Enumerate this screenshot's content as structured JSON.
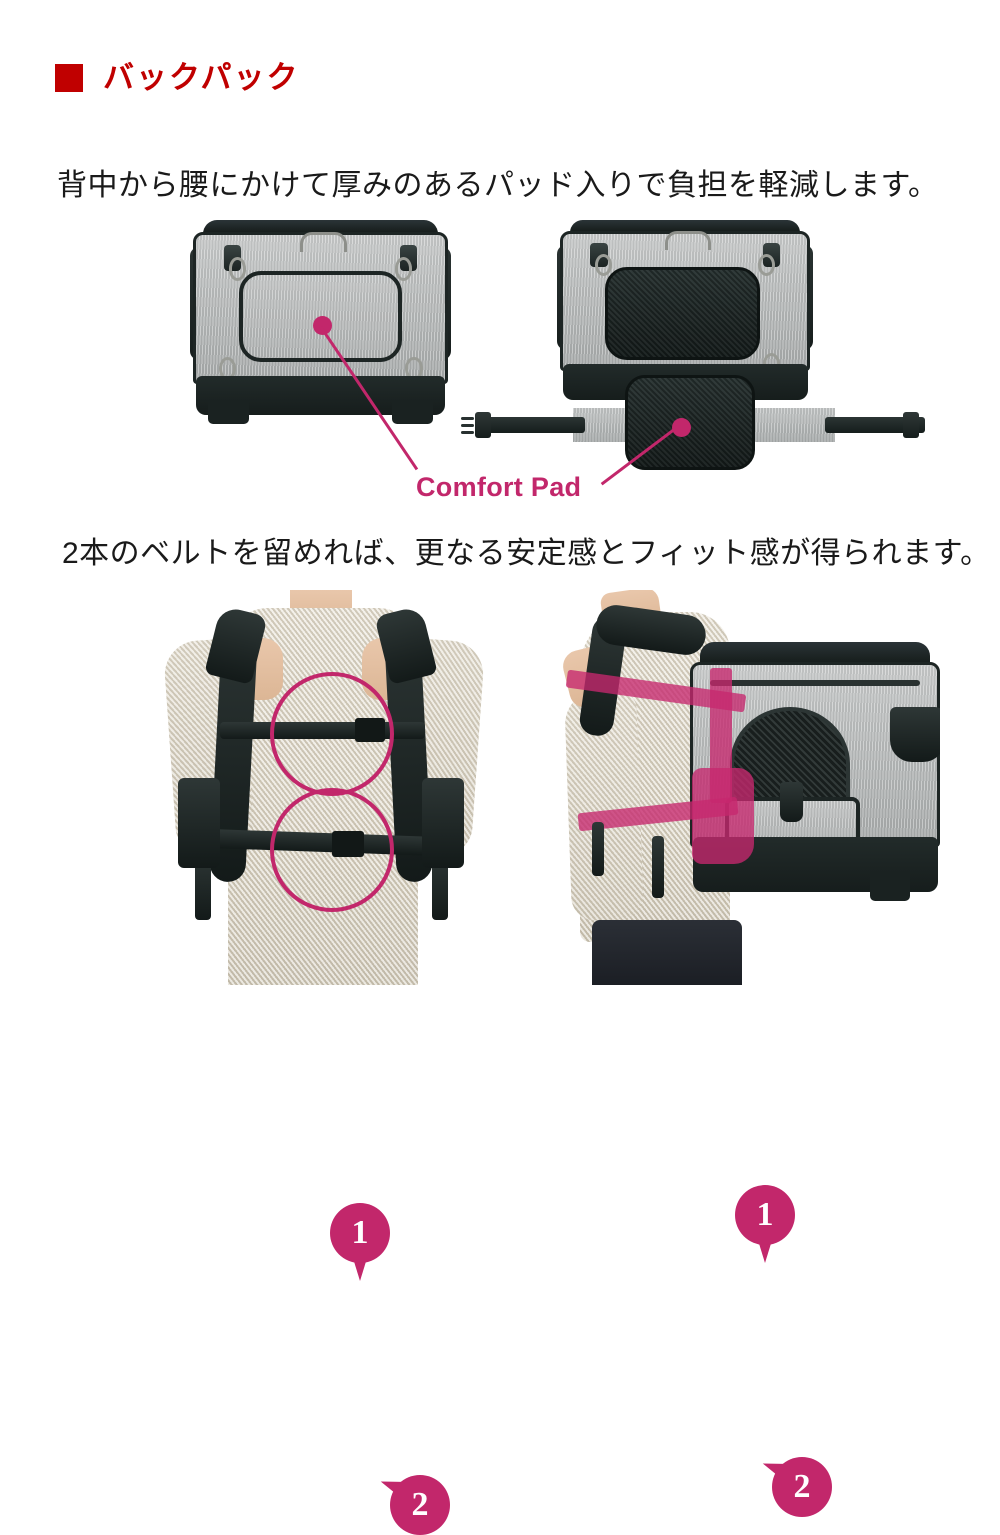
{
  "page": {
    "background_color": "#ffffff",
    "accent_red": "#c00000",
    "accent_magenta": "#c2276b",
    "text_color": "#1a1a1a"
  },
  "heading": {
    "bullet_icon": "square-bullet-icon",
    "text": "バックパック"
  },
  "sections": [
    {
      "lead_text": "背中から腰にかけて厚みのあるパッド入りで負担を軽減します。",
      "callout": {
        "label": "Comfort Pad",
        "dot_icon": "callout-dot-icon",
        "color": "#c2276b"
      },
      "photos": [
        {
          "name": "carrier-back-panel-photo",
          "alt": "グレーのペットキャリー背面 パッドパネル"
        },
        {
          "name": "carrier-with-waist-belt-photo",
          "alt": "ウエストベルトとコンフォートパッド付きキャリー背面"
        }
      ]
    },
    {
      "lead_text": "2本のベルトを留めれば、更なる安定感とフィット感が得られます。",
      "photos": [
        {
          "name": "person-front-straps-photo",
          "alt": "正面：チェストベルトとウエストベルトを装着した人物"
        },
        {
          "name": "person-side-backpack-photo",
          "alt": "側面：キャリーをバックパックとして背負った人物"
        }
      ],
      "markers": [
        {
          "number": "1",
          "target": "chest-belt"
        },
        {
          "number": "2",
          "target": "waist-belt"
        },
        {
          "number": "1",
          "target": "chest-belt"
        },
        {
          "number": "2",
          "target": "waist-belt"
        }
      ]
    }
  ]
}
